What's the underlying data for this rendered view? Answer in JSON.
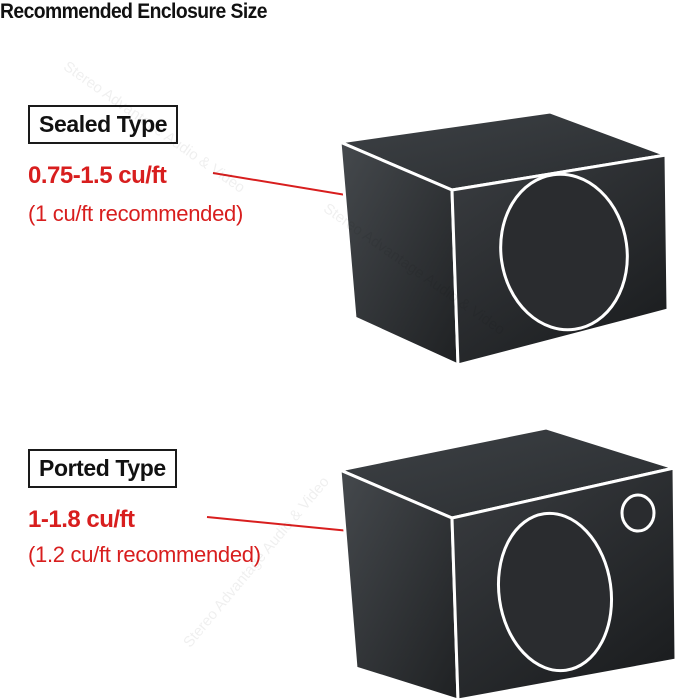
{
  "page": {
    "title": "Recommended Enclosure Size"
  },
  "sealed": {
    "label": "Sealed Type",
    "volume": "0.75-1.5 cu/ft",
    "recommendation": "(1 cu/ft recommended)"
  },
  "ported": {
    "label": "Ported Type",
    "volume": "1-1.8 cu/ft",
    "recommendation": "(1.2 cu/ft recommended)"
  },
  "watermark": {
    "text": "Stereo Advantage Audio & Video"
  },
  "colors": {
    "accent_red": "#d81e1e",
    "box_dark": "#2b2e31",
    "box_light": "#4a4e52",
    "edge_white": "#ffffff",
    "text_dark": "#111111"
  }
}
